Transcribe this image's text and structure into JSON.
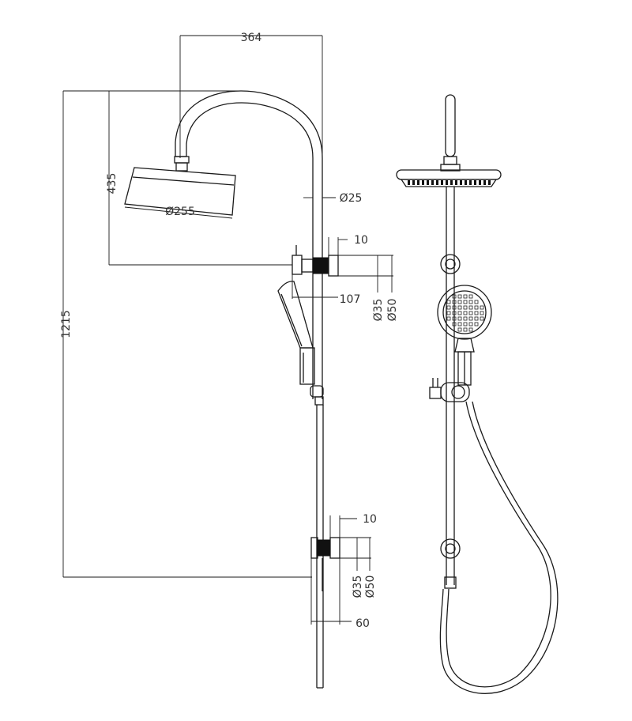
{
  "dimensions": {
    "width_total": "364",
    "head_drop": "435",
    "head_diameter": "Ø255",
    "arm_diameter": "Ø25",
    "upper_bracket_gap": "10",
    "upper_bracket_depth": "107",
    "upper_bracket_d35": "Ø35",
    "upper_bracket_d50": "Ø50",
    "total_height": "1215",
    "lower_bracket_gap": "10",
    "lower_bracket_d35": "Ø35",
    "lower_bracket_d50": "Ø50",
    "lower_bracket_depth": "60"
  },
  "colors": {
    "line": "#1a1a1a",
    "text": "#333333",
    "background": "#ffffff"
  }
}
